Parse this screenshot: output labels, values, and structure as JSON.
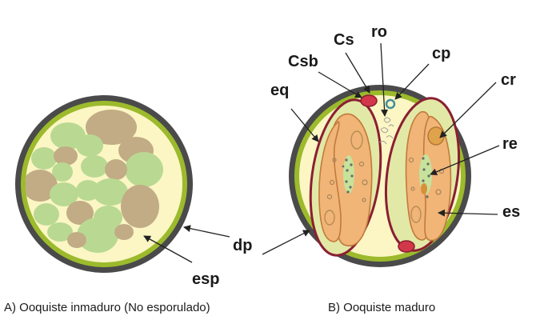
{
  "labels": {
    "esp": "esp",
    "dp": "dp",
    "eq": "eq",
    "csb": "Csb",
    "cs": "Cs",
    "ro": "ro",
    "cp": "cp",
    "cr": "cr",
    "re": "re",
    "es": "es"
  },
  "captions": {
    "a": "A) Ooquiste inmaduro (No esporulado)",
    "b": "B) Ooquiste maduro"
  },
  "colors": {
    "wall_outer": "#4a4a4a",
    "wall_inner": "#9cba2c",
    "cytoplasm": "#fbf6c4",
    "sporont_green": "#b9d992",
    "sporont_tan": "#c1ac85",
    "sporocyst_wall": "#8b1f33",
    "sporocyst_fill": "#e2e9a6",
    "sporozoite": "#f0b577",
    "cap_red": "#d2374a"
  }
}
